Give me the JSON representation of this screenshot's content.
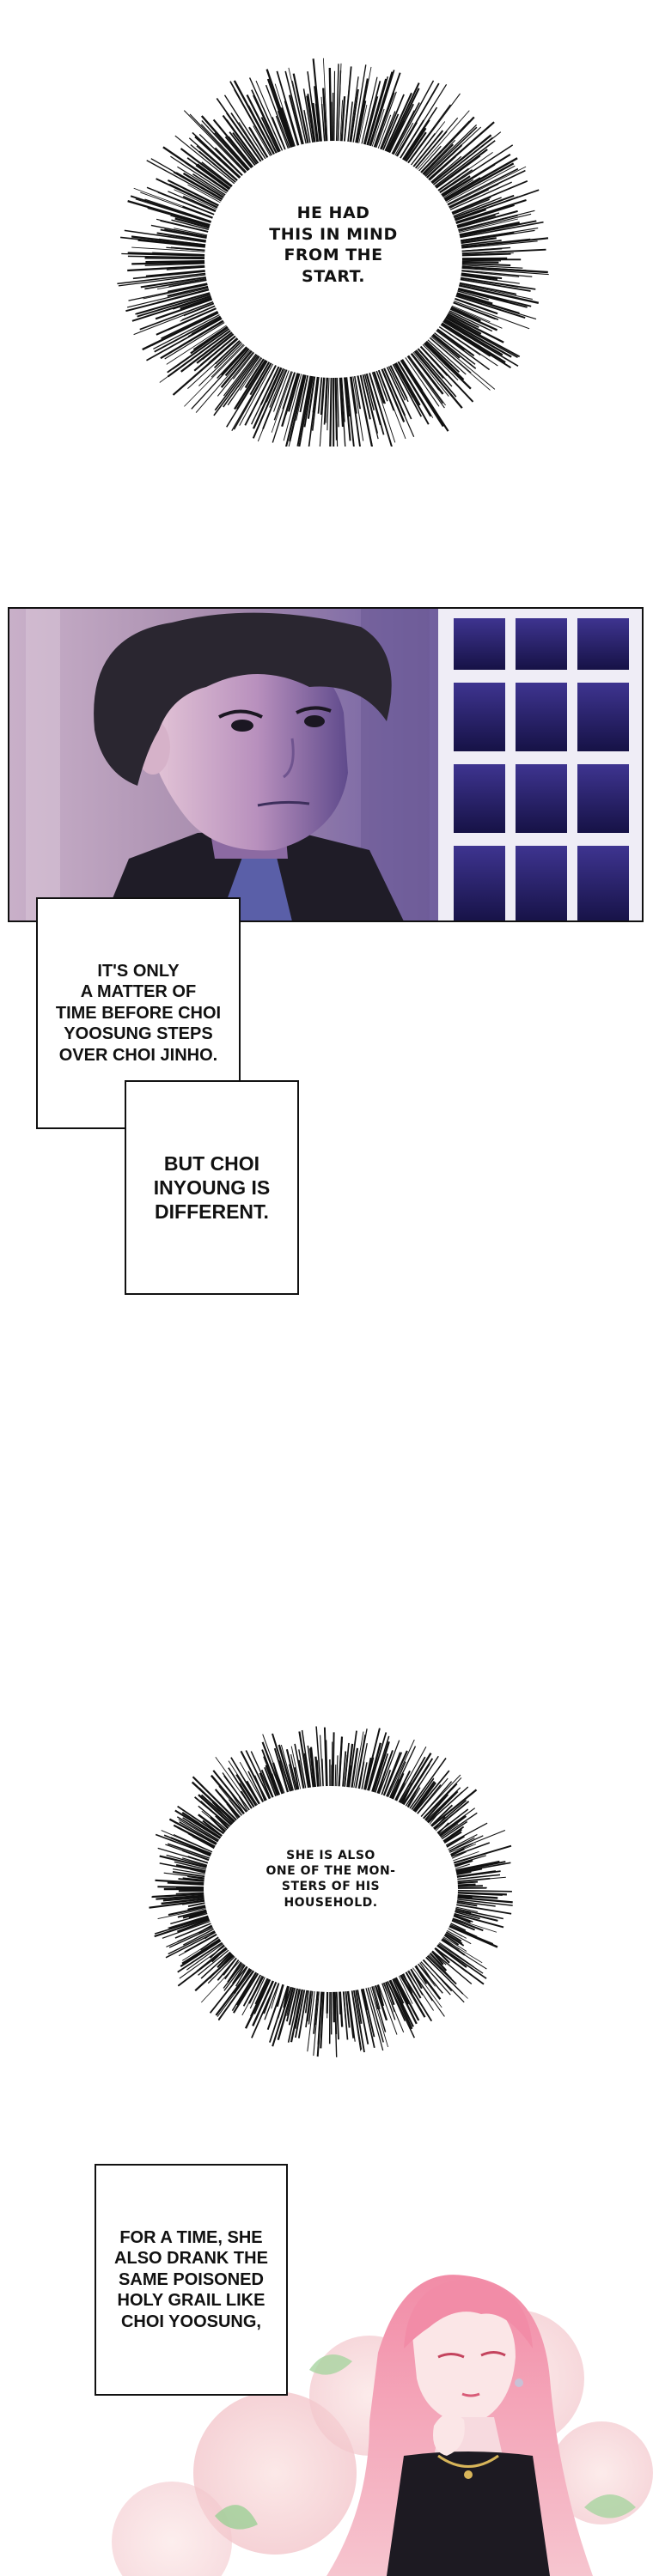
{
  "panels": [
    {
      "type": "burst",
      "lines": [
        "HE HAD",
        "THIS IN MIND",
        "FROM THE",
        "START."
      ]
    },
    {
      "type": "image",
      "description_icon": "man-in-suit-illustration",
      "colors": {
        "sky": "#3a2f78",
        "window": "#1b1750",
        "frame": "#f3f1f8",
        "skin": "#8a6aa5",
        "hair": "#2a2630",
        "suit": "#1f1c27"
      }
    },
    {
      "type": "caption",
      "lines": [
        "IT'S ONLY",
        "A MATTER OF",
        "TIME BEFORE CHOI",
        "YOOSUNG STEPS",
        "OVER CHOI JINHO."
      ]
    },
    {
      "type": "caption",
      "lines": [
        "BUT CHOI",
        "INYOUNG IS",
        "DIFFERENT."
      ]
    },
    {
      "type": "burst",
      "lines": [
        "SHE IS ALSO",
        "ONE OF THE MON-",
        "STERS OF HIS",
        "HOUSEHOLD."
      ]
    },
    {
      "type": "caption",
      "lines": [
        "FOR A TIME, SHE",
        "ALSO DRANK THE",
        "SAME POISONED",
        "HOLY GRAIL LIKE",
        "CHOI YOOSUNG,"
      ]
    },
    {
      "type": "image",
      "description_icon": "pink-haired-woman-illustration",
      "colors": {
        "hair": "#f2a7b8",
        "flowers": "#f6d3d6",
        "leaves": "#9ccf96"
      }
    }
  ]
}
